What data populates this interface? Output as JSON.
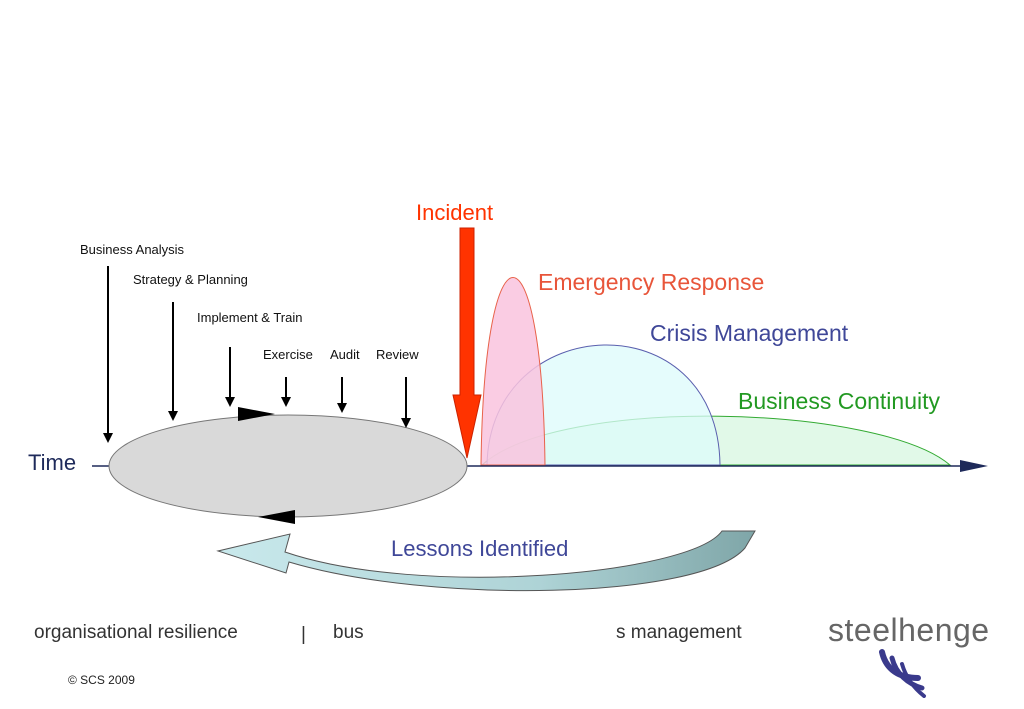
{
  "diagram": {
    "incident_label": "Incident",
    "time_label": "Time",
    "phases": {
      "emergency": "Emergency Response",
      "crisis": "Crisis Management",
      "continuity": "Business Continuity"
    },
    "cycle_steps": [
      "Business Analysis",
      "Strategy & Planning",
      "Implement & Train",
      "Exercise",
      "Audit",
      "Review"
    ],
    "lessons_label": "Lessons Identified",
    "colors": {
      "incident": "#ff3300",
      "emergency_fill": "#f9c3de",
      "emergency_stroke": "#e8624a",
      "crisis_fill": "#dcfbfb",
      "crisis_stroke": "#5a5fae",
      "continuity_fill": "#dcf8e4",
      "continuity_stroke": "#33aa33",
      "cycle_fill": "#d9d9d9",
      "axis": "#1e2a5a",
      "lessons_fill": "#b8dde0"
    }
  },
  "footer": {
    "left_text": "organisational resilience",
    "separator": "|",
    "middle_text": "bus",
    "right_text": "s management",
    "brand": "steelhenge",
    "copyright": "© SCS 2009"
  }
}
